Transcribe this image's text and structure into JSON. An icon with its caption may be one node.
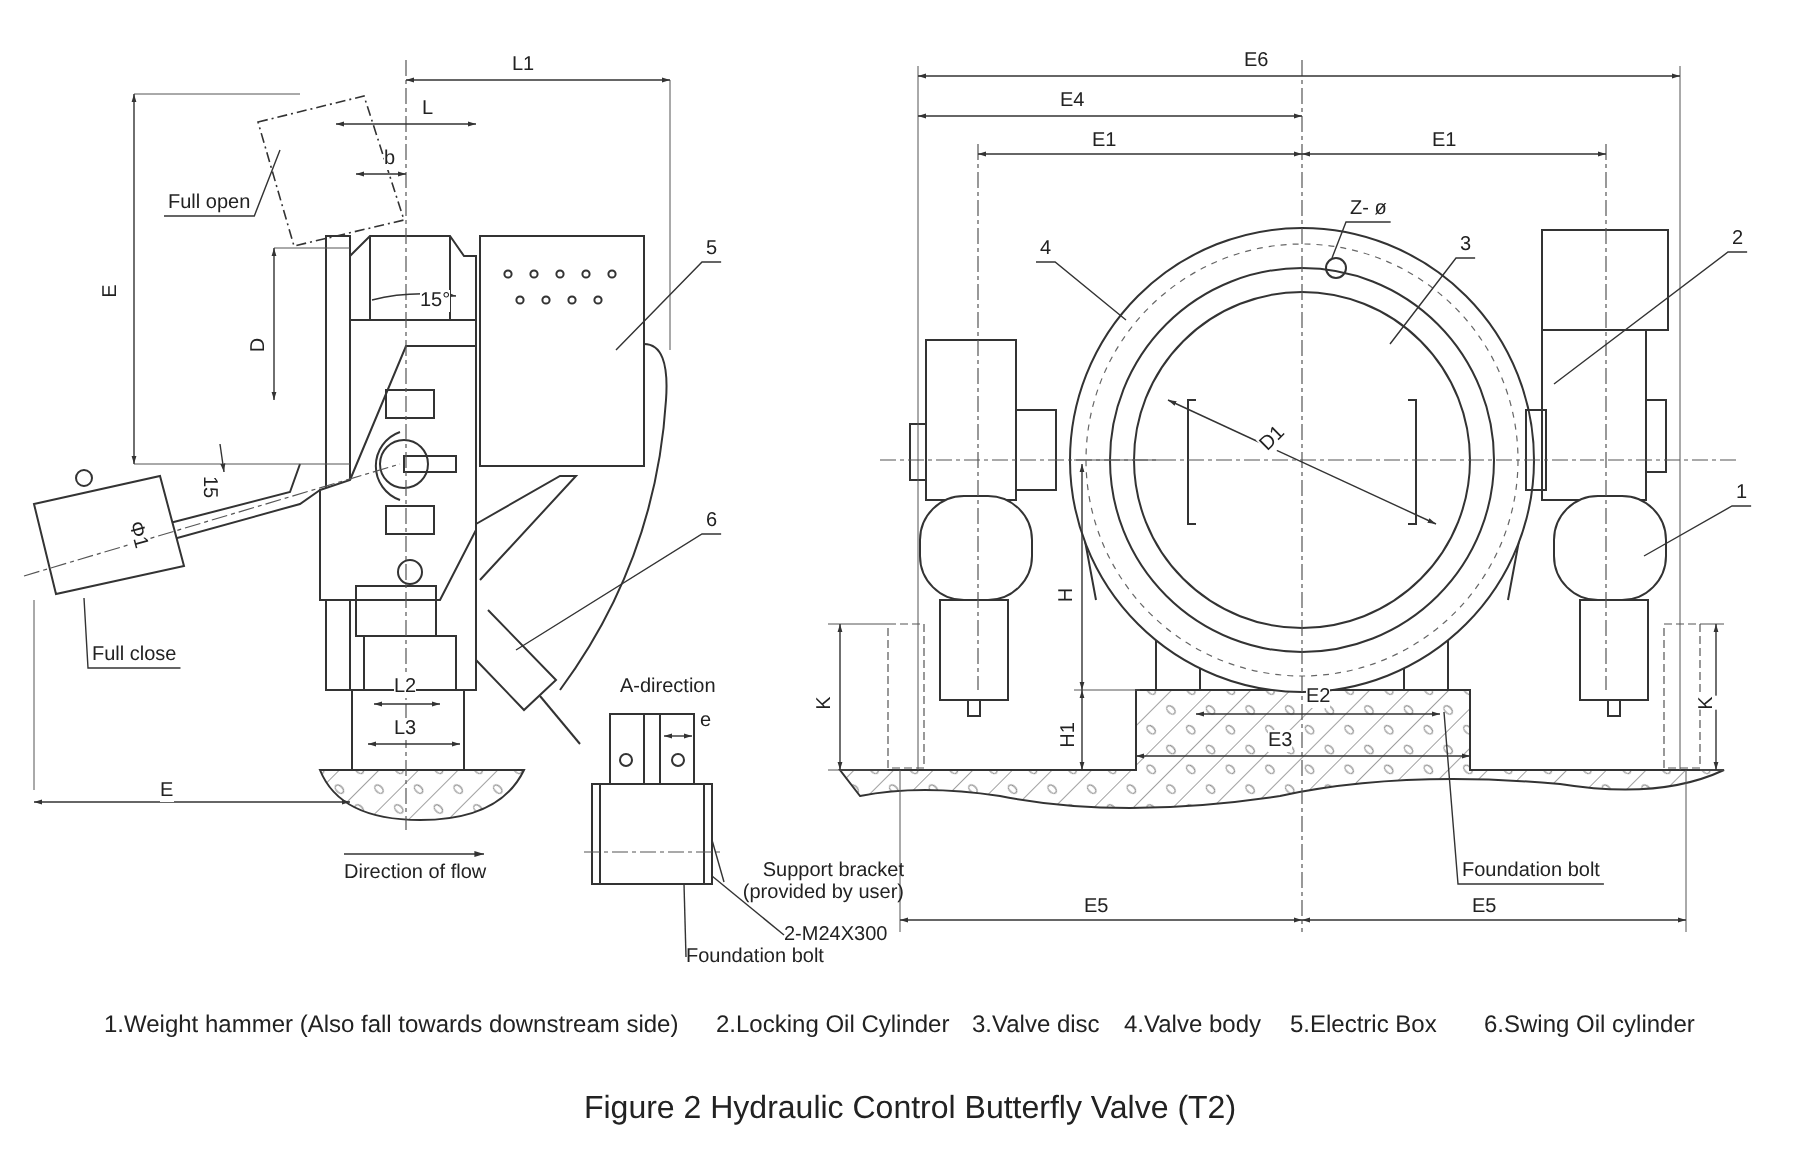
{
  "diagram": {
    "caption": "Figure 2 Hydraulic Control Butterfly Valve  (T2)",
    "nodes": [
      {
        "text": [
          "5"
        ]
      },
      {
        "text": [
          "6"
        ]
      },
      {
        "text": [
          "Full open"
        ]
      },
      {
        "text": [
          "Full close"
        ]
      },
      {
        "text": [
          "Support bracket (provided by user)"
        ]
      },
      {
        "text": [
          "2-M24X300"
        ]
      },
      {
        "text": [
          "Foundation bolt"
        ]
      },
      {
        "text": [
          "4"
        ]
      },
      {
        "text": [
          "Z- ø"
        ]
      },
      {
        "text": [
          "3"
        ]
      },
      {
        "text": [
          "2"
        ]
      },
      {
        "text": [
          "1"
        ]
      },
      {
        "text": [
          "Foundation bolt"
        ]
      },
      {
        "text": [],
        "shape": "box"
      },
      {
        "text": [],
        "shape": "circle"
      }
    ],
    "edges": [
      {
        "from": 0,
        "to": null,
        "arrow": "none"
      },
      {
        "from": 1,
        "to": null,
        "arrow": "none"
      },
      {
        "from": 2,
        "to": null,
        "arrow": "none"
      },
      {
        "from": 3,
        "to": null,
        "arrow": "none"
      },
      {
        "from": 4,
        "to": 13,
        "arrow": "none"
      },
      {
        "from": 5,
        "to": 13,
        "arrow": "none"
      },
      {
        "from": 6,
        "to": 13,
        "arrow": "none"
      },
      {
        "from": 7,
        "to": null,
        "arrow": "none"
      },
      {
        "from": 8,
        "to": 14,
        "arrow": "none"
      },
      {
        "from": 9,
        "to": null,
        "arrow": "none"
      },
      {
        "from": 10,
        "to": null,
        "arrow": "none"
      },
      {
        "from": 11,
        "to": null,
        "arrow": "none"
      },
      {
        "from": 12,
        "to": null,
        "arrow": "none"
      }
    ],
    "labels": [
      "L1",
      "E6",
      "E4",
      "E1",
      "E1",
      "L",
      "b",
      "E",
      "15°",
      "D",
      "D1",
      "15",
      "Φ1",
      "H",
      "L2",
      "A-direction",
      "K",
      "E2",
      "K",
      "e",
      "L3",
      "H1",
      "E3",
      "E",
      "Direction of flow",
      "E5",
      "E5",
      "1.Weight hammer (Also fall towards downstream side)",
      "2.Locking Oil Cylinder",
      "3.Valve disc",
      "4.Valve body",
      "5.Electric Box",
      "6.Swing Oil cylinder"
    ]
  }
}
